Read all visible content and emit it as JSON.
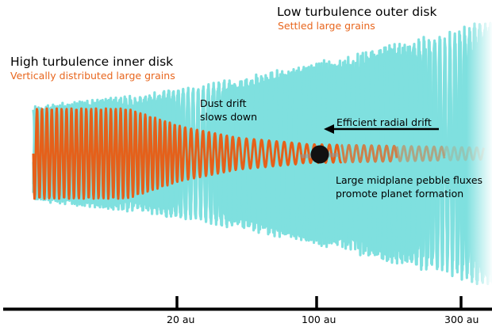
{
  "diagram": {
    "outer_disk": {
      "title": "Low turbulence outer disk",
      "subtitle": "Settled large grains"
    },
    "inner_disk": {
      "title": "High turbulence inner disk",
      "subtitle": "Vertically distributed large grains"
    },
    "annotations": {
      "dust_drift": [
        "Dust drift",
        "slows down"
      ],
      "radial_drift": "Efficient radial drift",
      "pebble_flux": [
        "Large midplane pebble fluxes",
        "promote planet formation"
      ]
    },
    "axis": {
      "ticks": [
        {
          "value": "20",
          "unit": "au"
        },
        {
          "value": "100",
          "unit": "au"
        },
        {
          "value": "300",
          "unit": "au"
        }
      ]
    },
    "colors": {
      "gas_disk": "#7fe0df",
      "dust": "#e5601a",
      "subtitle": "#e8661e",
      "planet": "#111111",
      "axis": "#000000"
    }
  }
}
